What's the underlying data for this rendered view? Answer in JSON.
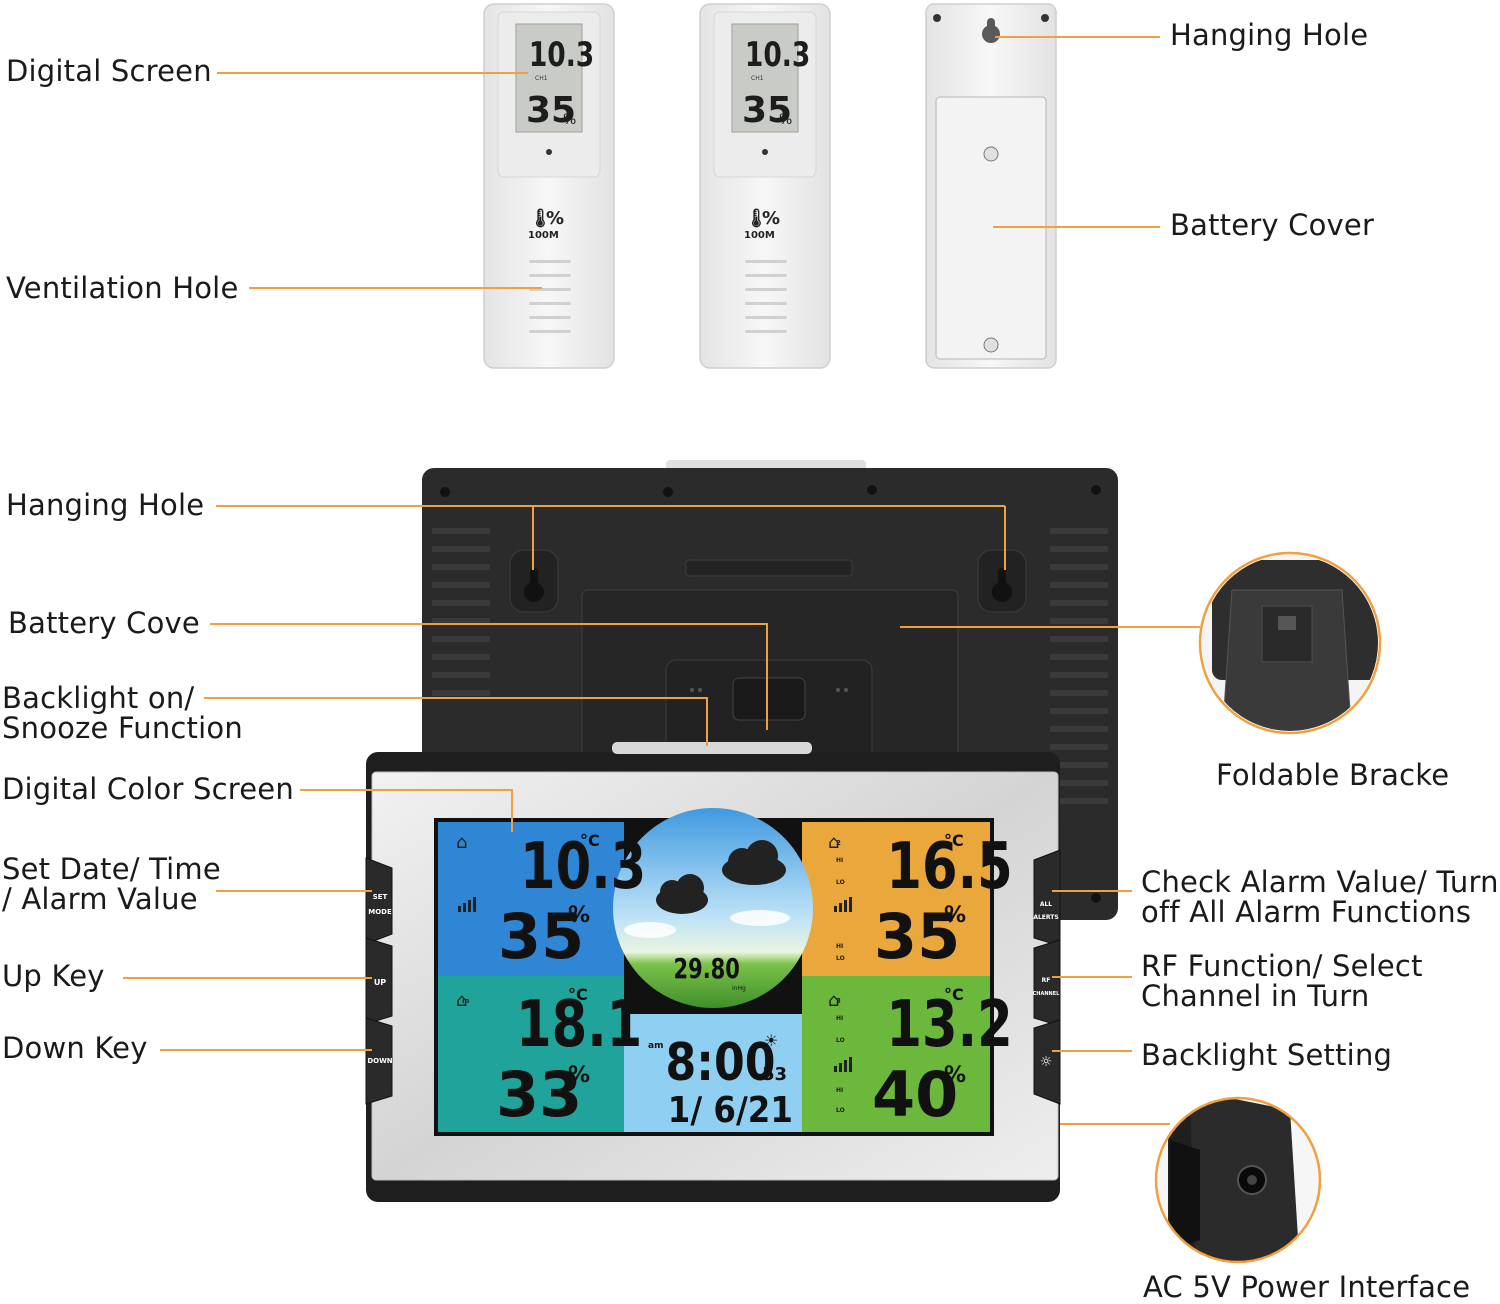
{
  "accent_color": "#f0a040",
  "labels": {
    "sensor_digital_screen": "Digital Screen",
    "sensor_ventilation_hole": "Ventilation Hole",
    "sensor_hanging_hole": "Hanging Hole",
    "sensor_battery_cover": "Battery Cover",
    "console_hanging_hole": "Hanging Hole",
    "console_battery_cove": "Battery Cove",
    "backlight_snooze_1": "Backlight on/",
    "backlight_snooze_2": "Snooze Function",
    "digital_color_screen": "Digital Color Screen",
    "set_date_1": "Set Date/ Time",
    "set_date_2": "/ Alarm Value",
    "up_key": "Up Key",
    "down_key": "Down Key",
    "foldable_bracket": "Foldable Bracke",
    "check_alarm_1": "Check Alarm Value/ Turn",
    "check_alarm_2": "off All Alarm Functions",
    "rf_function_1": "RF Function/ Select",
    "rf_function_2": "Channel in Turn",
    "backlight_setting": "Backlight Setting",
    "ac_power": "AC 5V Power Interface"
  },
  "sensor": {
    "temperature": "10.3",
    "temperature_unit": "°C",
    "channel": "CH1",
    "humidity": "35",
    "humidity_unit": "%",
    "range": "100M"
  },
  "buttons": {
    "set_mode_1": "SET",
    "set_mode_2": "MODE",
    "up": "UP",
    "down": "DOWN",
    "alerts_1": "ALL",
    "alerts_2": "ALERTS",
    "rf_1": "RF",
    "rf_2": "CHANNEL"
  },
  "display": {
    "ch1_temp": "10.3",
    "ch1_hum": "35",
    "indoor_temp": "18.1",
    "indoor_hum": "33",
    "ch2_temp": "16.5",
    "ch2_hum": "35",
    "ch3_temp": "13.2",
    "ch3_hum": "40",
    "pressure": "29.80",
    "pressure_unit": "inHg",
    "time": "8:00",
    "seconds": "53",
    "am": "am",
    "date": "1/ 6/21",
    "temp_unit": "°C",
    "hum_unit": "%",
    "indoor_tag": "in",
    "ch2_tag": "2",
    "ch3_tag": "3",
    "hi": "HI",
    "lo": "LO",
    "color_blue": "#2f86d4",
    "color_teal": "#1fa39a",
    "color_orange": "#eaa83c",
    "color_green": "#6cb83c",
    "color_center": "#8fd0f2"
  }
}
